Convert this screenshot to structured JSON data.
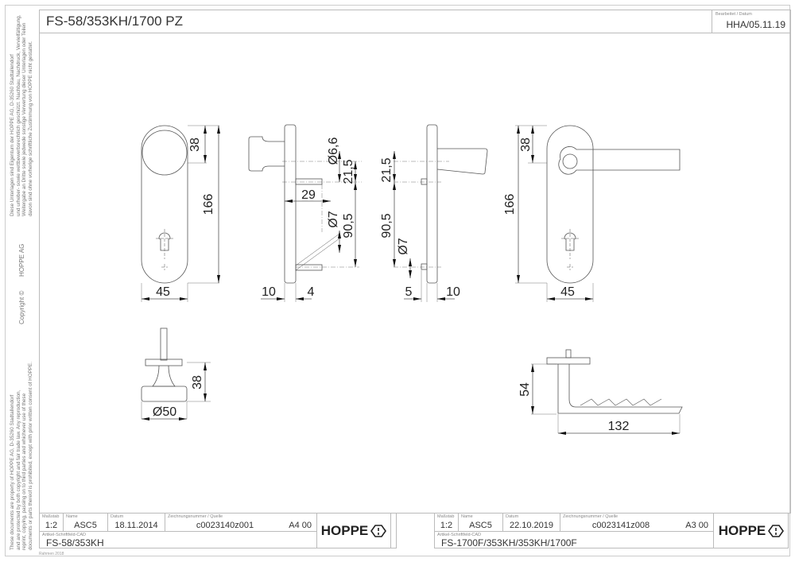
{
  "header": {
    "title": "FS-58/353KH/1700 PZ",
    "edited_label": "Bearbeitet / Datum",
    "edited_value": "HHA/05.11.19"
  },
  "margin": {
    "company": "HOPPE  AG",
    "copyright": "Copyright ©",
    "notice_de": [
      "Diese Unterlagen sind Eigentum der  HOPPE AG, D-35260 Stadtallendorf",
      "und urheber- sowie wettbewerbsrechtlich geschützt. Nachbau, Nachdruck, Vervielfältigung,",
      "Weitergabe an Dritte sowie jedwede sonstige Verwertung dieser Unterlagen oder Teilen",
      "davon sind ohne vorherige schriftliche Zustimmung von HOPPE nicht gestattet."
    ],
    "notice_en": [
      "These documents are property of HOPPE AG, D-35260 Stadtallendorf",
      "and are protected by both copyright and fair trade law. Any reproduction,",
      "reprint, copying, passing on to third parties and whichever use of these",
      "documents or parts thereof is prohibited, except with prior written consent of HOPPE."
    ]
  },
  "dimensions": {
    "front_left": {
      "d38": "38",
      "d166": "166",
      "d45": "45"
    },
    "side_left": {
      "dia66": "Ø6,6",
      "d215": "21,5",
      "d29": "29",
      "dia7": "Ø7",
      "d905": "90,5",
      "d10": "10",
      "d4": "4"
    },
    "side_right": {
      "d215": "21,5",
      "d905": "90,5",
      "dia7": "Ø7",
      "d5": "5",
      "d10": "10"
    },
    "front_right": {
      "d38": "38",
      "d166": "166",
      "d45": "45"
    },
    "knob_top": {
      "d38": "38",
      "dia50": "Ø50"
    },
    "lever_top": {
      "d54": "54",
      "d132": "132"
    }
  },
  "title_blocks": [
    {
      "scale_label": "Maßstab",
      "scale": "1:2",
      "name_label": "Name",
      "name": "ASC5",
      "date_label": "Datum",
      "date": "18.11.2014",
      "drawing_label": "Zeichnungsnummer / Quelle",
      "drawing_no": "c0023140z001",
      "format": "A4 00",
      "article_label": "Artikel-Schriftfeld-CAD",
      "article": "FS-58/353KH",
      "logo": "HOPPE"
    },
    {
      "scale_label": "Maßstab",
      "scale": "1:2",
      "name_label": "Name",
      "name": "ASC5",
      "date_label": "Datum",
      "date": "22.10.2019",
      "drawing_label": "Zeichnungsnummer / Quelle",
      "drawing_no": "c0023141z008",
      "format": "A3 00",
      "article_label": "Artikel-Schriftfeld-CAD",
      "article": "FS-1700F/353KH/353KH/1700F",
      "logo": "HOPPE"
    }
  ],
  "footer": {
    "rahmen": "Rahmen 2018"
  }
}
